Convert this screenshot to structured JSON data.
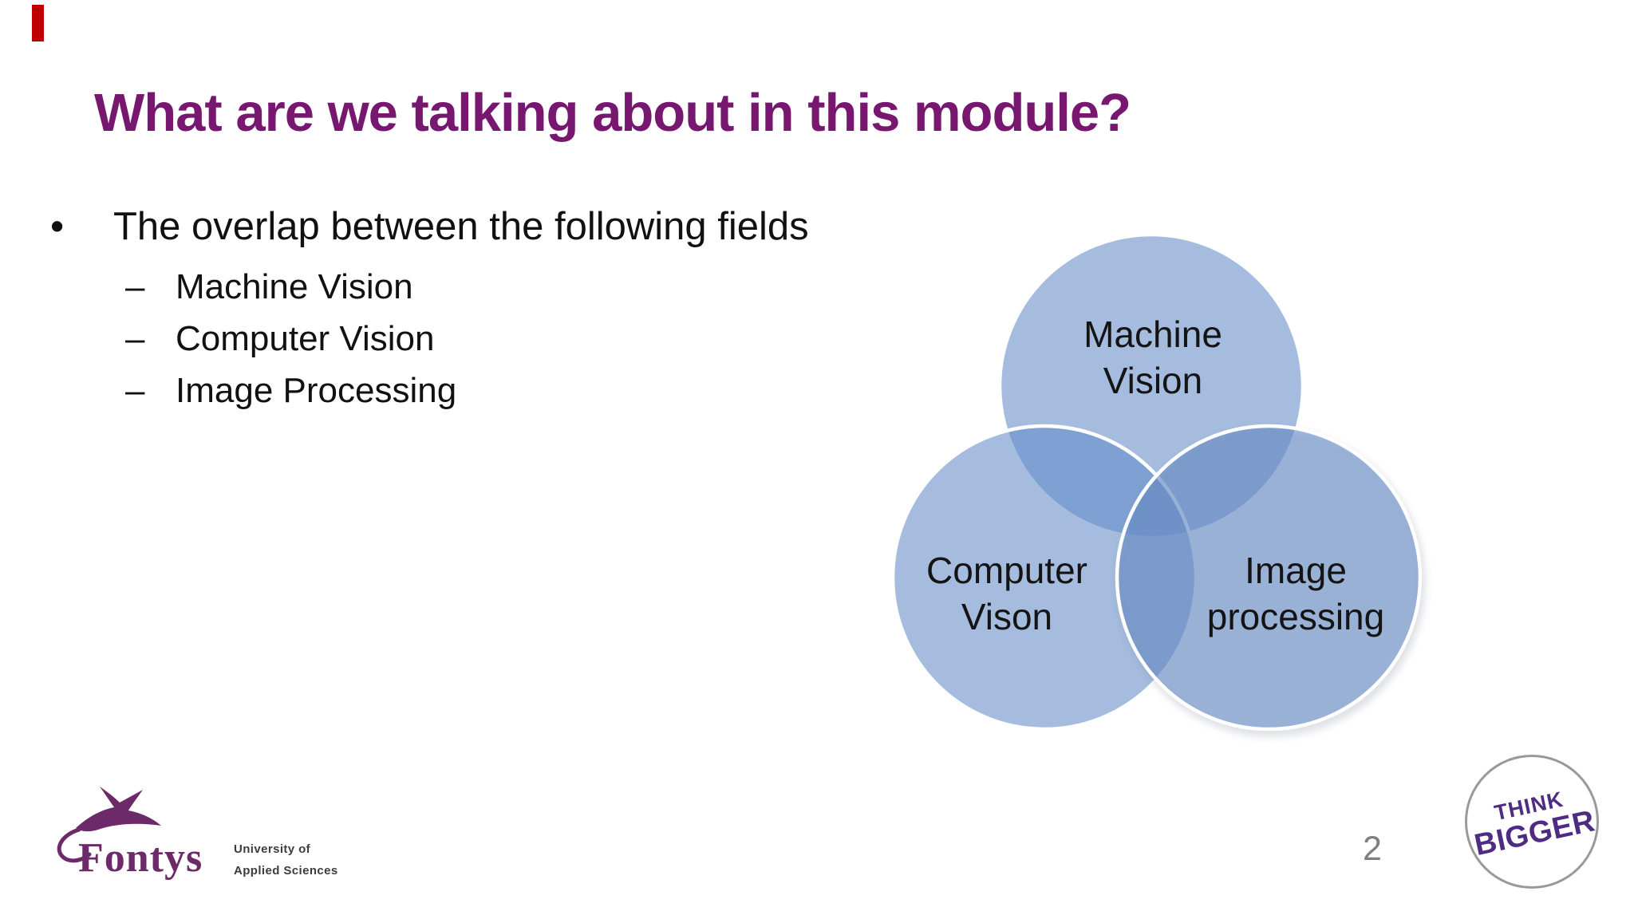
{
  "slide": {
    "title": "What are we talking about in this module?",
    "bullet_char": "•",
    "dash_char": "–",
    "bullet": "The overlap between the following fields",
    "sub_bullets": [
      "Machine Vision",
      "Computer Vision",
      "Image Processing"
    ],
    "page_number": "2"
  },
  "venn": {
    "type": "venn-diagram",
    "circles": [
      {
        "label": "Machine\nVision"
      },
      {
        "label": "Computer\nVison"
      },
      {
        "label": "Image\nprocessing"
      }
    ]
  },
  "footer": {
    "fontys_wordmark": "Fontys",
    "fontys_subtitle_line1": "University of",
    "fontys_subtitle_line2": "Applied Sciences",
    "think_bigger_line1": "THINK",
    "think_bigger_line2": "BIGGER"
  },
  "colors": {
    "accent_red": "#C00000",
    "title_purple": "#77176F",
    "venn_fill": "#648CC8",
    "venn_stroke": "#FFFFFF",
    "fontys_purple": "#6D2A68",
    "fontys_sub_gray": "#3D3D3D",
    "think_purple": "#4F2C83",
    "think_ring_gray": "#999999",
    "page_gray": "#7F7F7F"
  }
}
